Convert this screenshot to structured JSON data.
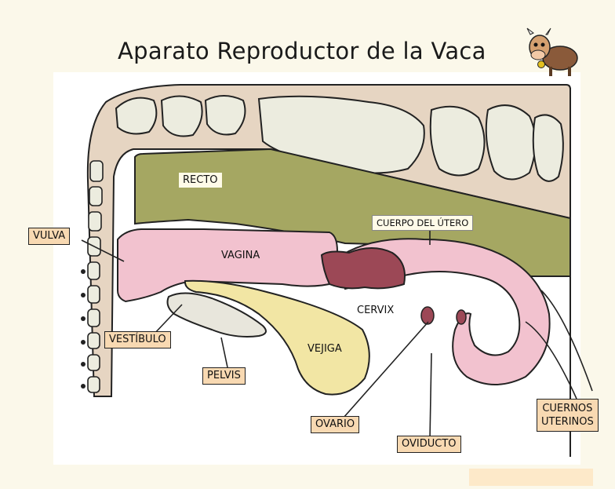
{
  "title": "Aparato Reproductor de la Vaca",
  "icons": {
    "mascot": "cow-icon"
  },
  "colors": {
    "background": "#fbf8ea",
    "spine": "#e6d5c2",
    "vertebra": "#e9e9dc",
    "rectum": "#a5a762",
    "uterus": "#f2c2cf",
    "cervix": "#9c4856",
    "bladder": "#f2e6a4",
    "label_bg": "#f8d9b2"
  },
  "labels": {
    "recto": "RECTO",
    "cuerpo_del_utero": "CUERPO DEL ÚTERO",
    "vagina": "VAGINA",
    "cervix": "CERVIX",
    "vejiga": "VEJIGA",
    "vulva": "VULVA",
    "vestibulo": "VESTÍBULO",
    "pelvis": "PELVIS",
    "ovario": "OVARIO",
    "oviducto": "OVIDUCTO",
    "cuernos_line1": "CUERNOS",
    "cuernos_line2": "UTERINOS"
  }
}
